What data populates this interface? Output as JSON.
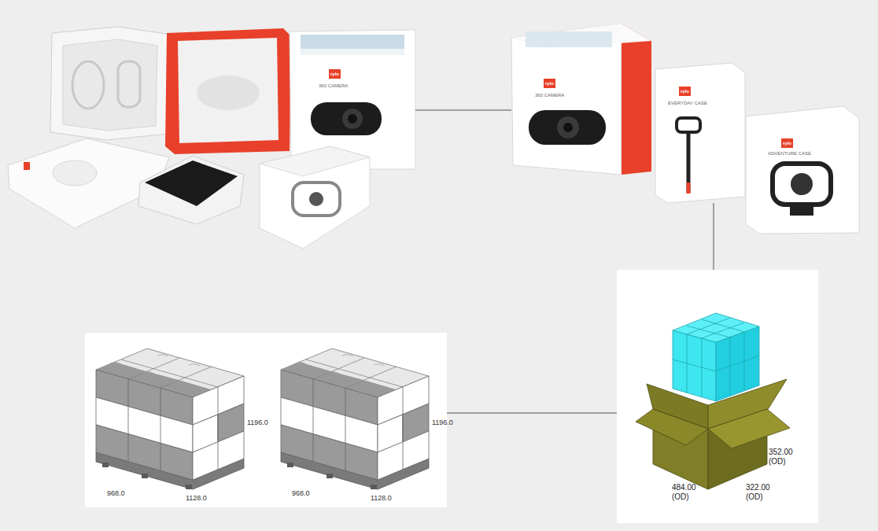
{
  "diagram": {
    "nodes": [
      {
        "text": [
          "rylo",
          "360 CAMERA"
        ]
      },
      {
        "text": [
          "rylo",
          "360 CAMERA",
          "rylo",
          "EVERYDAY CASE",
          "rylo",
          "ADVENTURE CASE"
        ]
      },
      {
        "text": [
          "352.00 (OD)",
          "484.00 (OD)",
          "322.00 (OD)"
        ]
      },
      {
        "text": [
          "1196.0",
          "968.0",
          "1128.0",
          "1196.0",
          "968.0",
          "1128.0"
        ]
      }
    ],
    "edges": [
      {
        "from": 0,
        "to": 1,
        "arrow": "none"
      },
      {
        "from": 1,
        "to": 2,
        "arrow": "none"
      },
      {
        "from": 2,
        "to": 3,
        "arrow": "none"
      }
    ]
  }
}
